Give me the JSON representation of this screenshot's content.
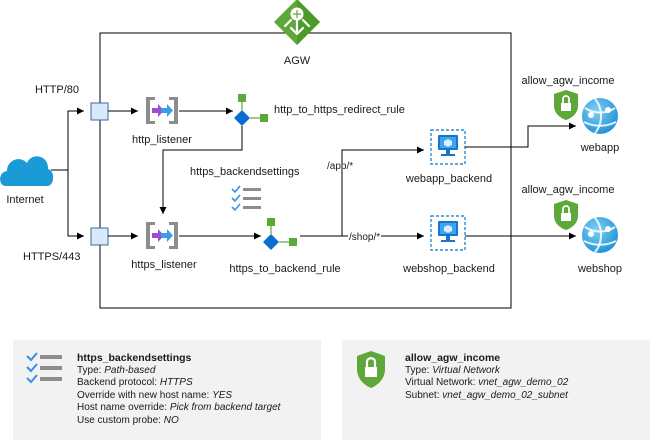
{
  "gateway": {
    "name": "AGW",
    "icon": "application-gateway-icon",
    "color": "#3a9a37"
  },
  "client": {
    "label": "Internet",
    "icon": "cloud-icon",
    "color": "#1a9bd7"
  },
  "ports": {
    "http": "HTTP/80",
    "https": "HTTPS/443"
  },
  "listeners": {
    "http": "http_listener",
    "https": "https_listener"
  },
  "rules": {
    "redirect": "http_to_https_redirect_rule",
    "backend": "https_to_backend_rule"
  },
  "settings": {
    "label": "https_backendsettings"
  },
  "routes": {
    "app": "/app/*",
    "shop": "/shop/*"
  },
  "backends": {
    "webapp": "webapp_backend",
    "webshop": "webshop_backend"
  },
  "targets": {
    "webapp": {
      "label": "webapp",
      "nsg": "allow_agw_income"
    },
    "webshop": {
      "label": "webshop",
      "nsg": "allow_agw_income"
    }
  },
  "details": {
    "settings_panel": {
      "title": "https_backendsettings",
      "rows": [
        {
          "key": "Type:",
          "value": "Path-based"
        },
        {
          "key": "Backend protocol:",
          "value": "HTTPS"
        },
        {
          "key": "Override with new host name:",
          "value": "YES"
        },
        {
          "key": "Host name override:",
          "value": "Pick from backend target"
        },
        {
          "key": "Use custom probe:",
          "value": "NO"
        }
      ]
    },
    "nsg_panel": {
      "title": "allow_agw_income",
      "rows": [
        {
          "key": "Type:",
          "value": "Virtual Network"
        },
        {
          "key": "Virtual Network:",
          "value": "vnet_agw_demo_02"
        },
        {
          "key": "Subnet:",
          "value": "vnet_agw_demo_02_subnet"
        }
      ]
    }
  },
  "colors": {
    "accent_blue": "#0078d4",
    "shield_green": "#5ea83a",
    "listener_purple": "#9b4fd0",
    "listener_blue": "#3aa0e6",
    "panel_bg": "#f2f2f2"
  }
}
